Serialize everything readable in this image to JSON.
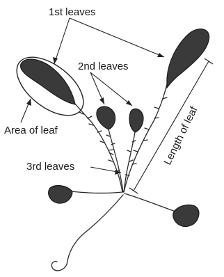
{
  "labels": {
    "first_leaves": "1st leaves",
    "second_leaves": "2nd leaves",
    "area_of_leaf": "Area of leaf",
    "third_leaves": "3rd leaves",
    "length_of_leaf": "Length of leaf"
  }
}
